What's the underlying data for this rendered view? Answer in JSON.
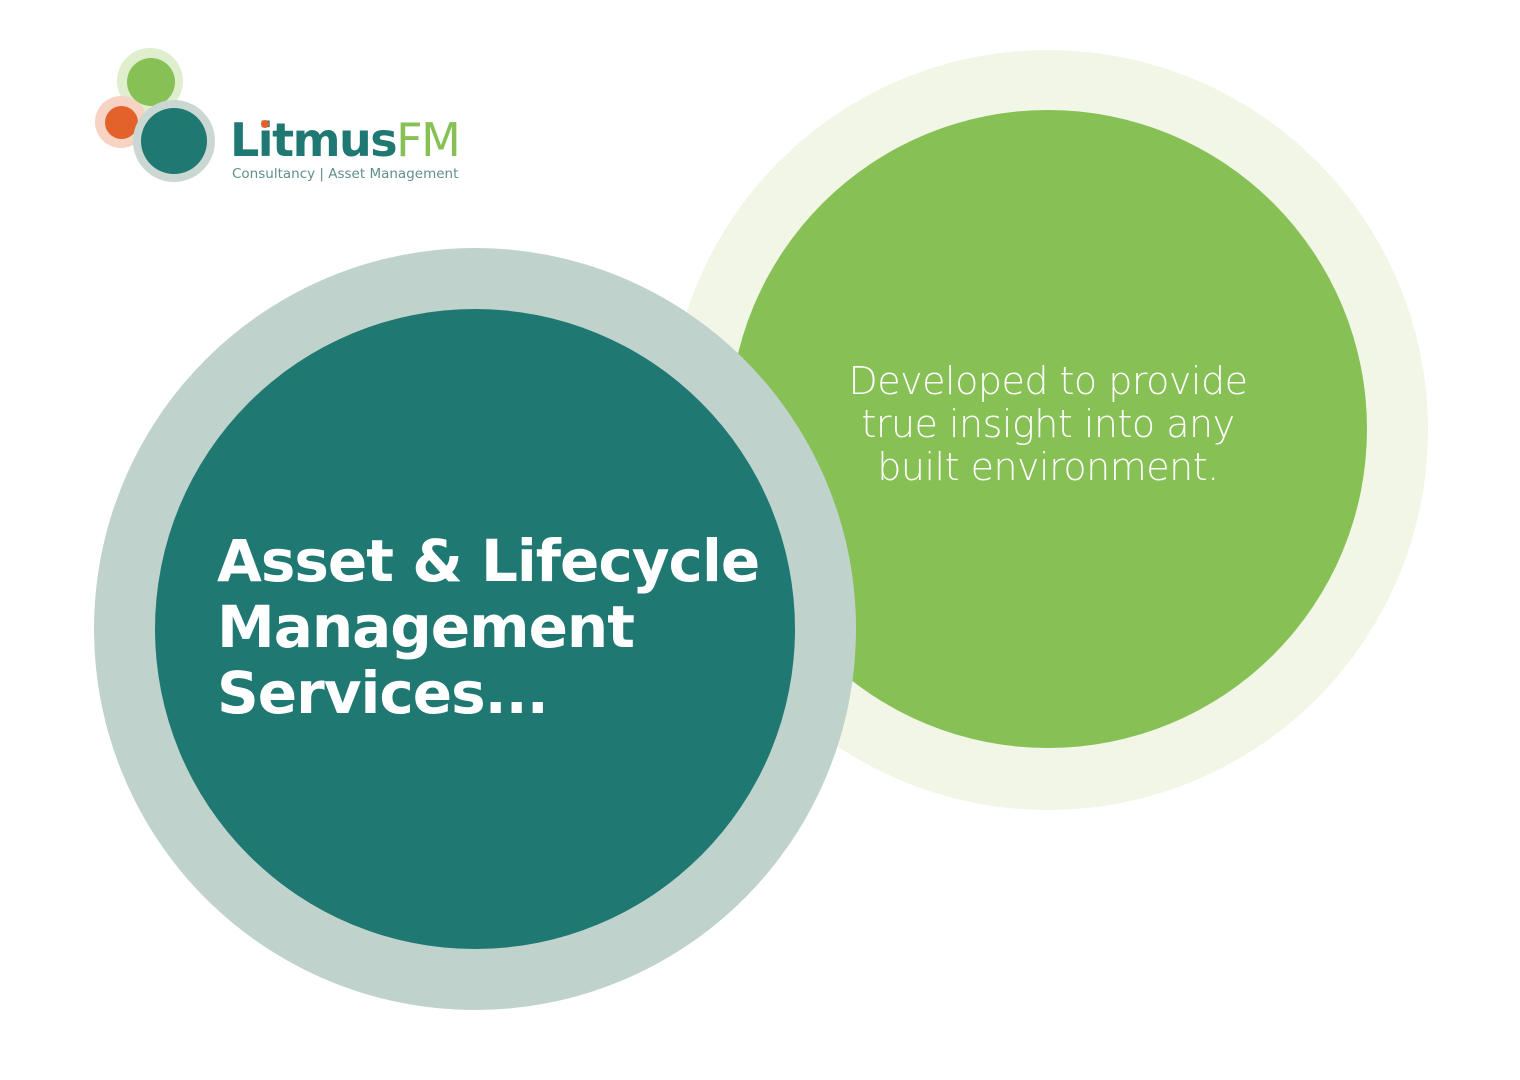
{
  "logo": {
    "name_part1": "Litmus",
    "name_part2": "FM",
    "tagline": "Consultancy | Asset Management",
    "icon": "litmus-circles-icon"
  },
  "hero": {
    "title_lines": [
      "Asset & Lifecycle",
      "Management",
      "Services..."
    ],
    "subtitle_lines": [
      "Developed to provide",
      "true insight into any",
      "built environment."
    ]
  },
  "colors": {
    "teal": "#1f7872",
    "green": "#87c055",
    "orange": "#e3622b",
    "teal_ring": "#c0d2cc",
    "green_ring": "#f1f6e7"
  }
}
